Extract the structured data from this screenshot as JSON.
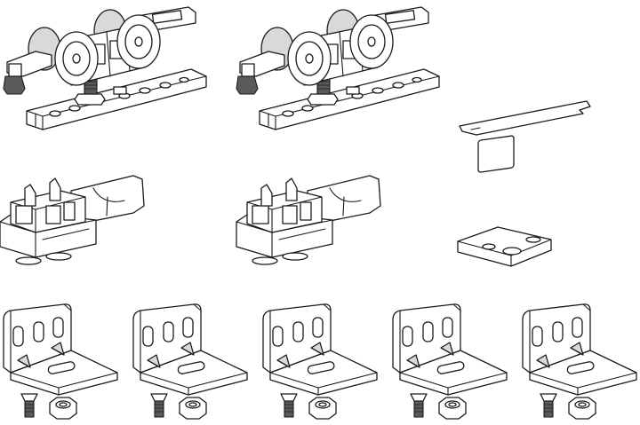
{
  "parts": {
    "carriages": 2,
    "dampers": 2,
    "shim": 1,
    "floor_guide": 1,
    "brackets": 5
  },
  "colors": {
    "line": "#1a1a1a",
    "fill": "#ffffff",
    "shade": "#d9d9d9",
    "dark": "#5a5a5a"
  }
}
